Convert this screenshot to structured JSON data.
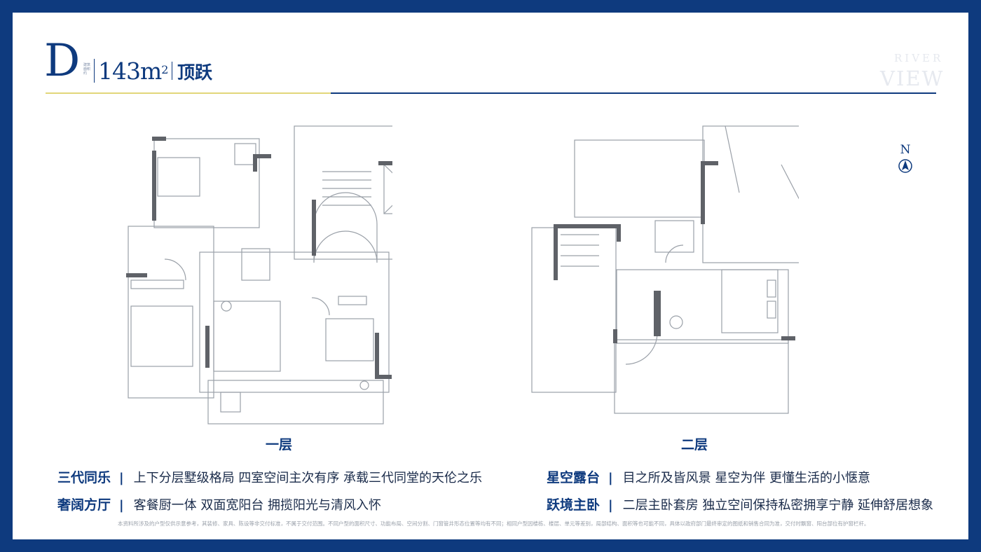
{
  "title": {
    "letter": "D",
    "tiny_note": "建筑面积约",
    "area": "143m",
    "area_sup": "2",
    "type": "顶跃"
  },
  "watermark": {
    "line1": "RIVER",
    "line2": "VIEW"
  },
  "compass_label": "N",
  "floors": [
    {
      "label": "一层"
    },
    {
      "label": "二层"
    }
  ],
  "features": [
    {
      "title": "三代同乐",
      "desc": "上下分层墅级格局 四室空间主次有序 承载三代同堂的天伦之乐"
    },
    {
      "title": "奢阔方厅",
      "desc": "客餐厨一体 双面宽阳台 拥揽阳光与清风入怀"
    },
    {
      "title": "星空露台",
      "desc": "目之所及皆风景 星空为伴 更懂生活的小惬意"
    },
    {
      "title": "跃境主卧",
      "desc": "二层主卧套房 独立空间保持私密拥享宁静 延伸舒居想象"
    }
  ],
  "disclaimer": "本资料所涉及的户型仅供示意参考，其装修、家具、陈设等非交付标准，不属于交付范围。不同户型的面积尺寸、功能布局、空间分割、门窗管井形态位置等均有不同；相同户型因楼栋、楼层、单元等差别，局部结构、面积等也可能不同，具体以政府部门最终审定的图纸和销售合同为准，交付时飘窗、阳台部位有护窗栏杆。",
  "colors": {
    "brand": "#0e3a7e",
    "gold": "#e2d67a",
    "wall": "#5f6268",
    "line": "#9aa0a8"
  }
}
